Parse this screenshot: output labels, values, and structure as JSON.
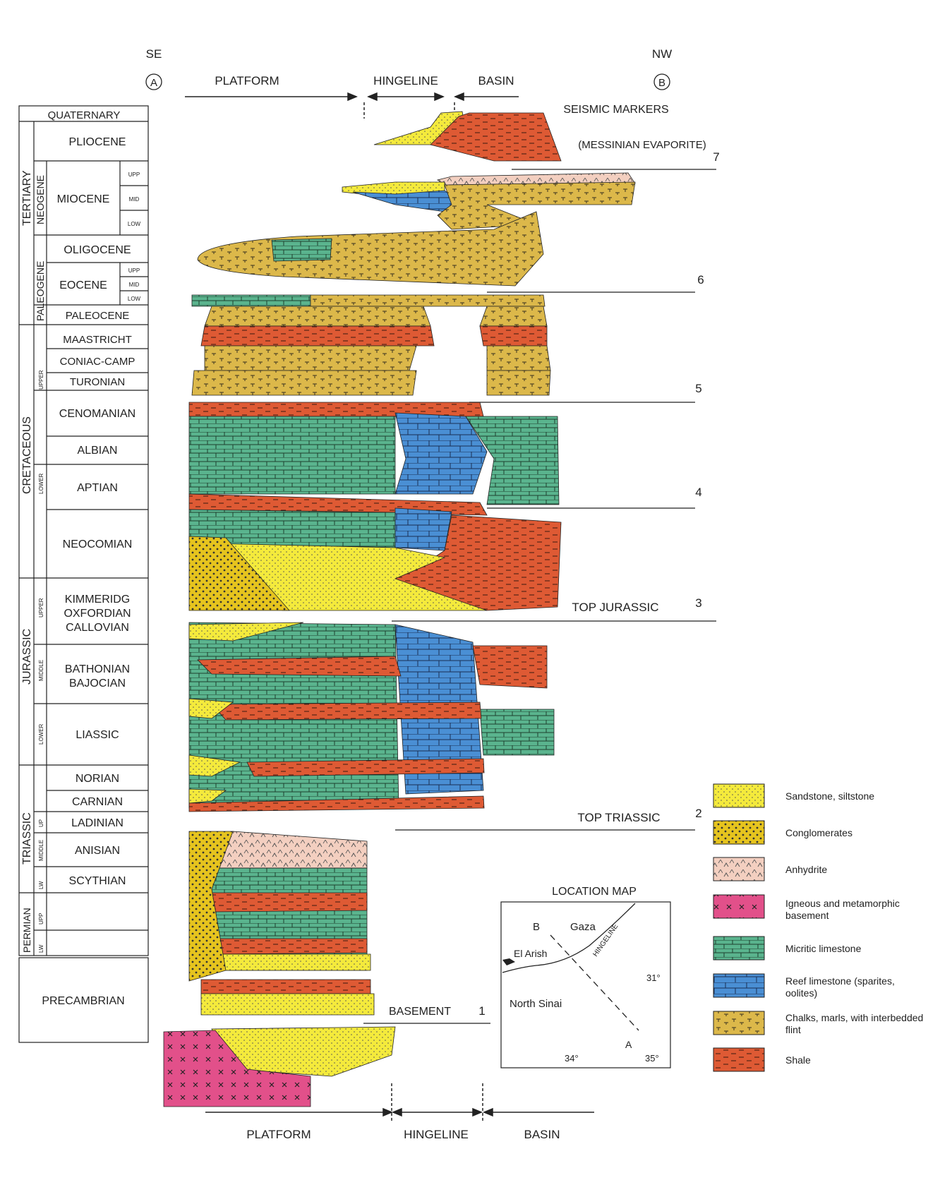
{
  "header": {
    "left_direction": "SE",
    "left_marker": "A",
    "right_direction": "NW",
    "right_marker": "B",
    "zone_platform": "PLATFORM",
    "zone_hingeline": "HINGELINE",
    "zone_basin": "BASIN",
    "seismic_title": "SEISMIC MARKERS"
  },
  "footer": {
    "zone_platform": "PLATFORM",
    "zone_hingeline": "HINGELINE",
    "zone_basin": "BASIN"
  },
  "stratigraphic_column": {
    "systems": [
      "TERTIARY",
      "CRETACEOUS",
      "JURASSIC",
      "TRIASSIC",
      "PERMIAN"
    ],
    "subsystems": [
      "NEOGENE",
      "PALEOGENE"
    ],
    "stages": [
      "QUATERNARY",
      "PLIOCENE",
      "MIOCENE",
      "OLIGOCENE",
      "EOCENE",
      "PALEOCENE",
      "MAASTRICHT",
      "CONIAC-CAMP",
      "TURONIAN",
      "CENOMANIAN",
      "ALBIAN",
      "APTIAN",
      "NEOCOMIAN",
      "KIMMERIDG",
      "OXFORDIAN",
      "CALLOVIAN",
      "BATHONIAN",
      "BAJOCIAN",
      "LIASSIC",
      "NORIAN",
      "CARNIAN",
      "LADINIAN",
      "ANISIAN",
      "SCYTHIAN",
      "PRECAMBRIAN"
    ],
    "subdivisions": [
      "UPP",
      "MID",
      "LOW",
      "UPP",
      "MID",
      "LOW",
      "UPPER",
      "LOWER",
      "UPPER",
      "MIDDLE",
      "LOWER",
      "UP",
      "MIDDLE",
      "LW",
      "UPP",
      "LW"
    ]
  },
  "seismic_markers": [
    {
      "number": "7",
      "label": "(MESSINIAN EVAPORITE)"
    },
    {
      "number": "6",
      "label": ""
    },
    {
      "number": "5",
      "label": ""
    },
    {
      "number": "4",
      "label": ""
    },
    {
      "number": "3",
      "label": "TOP JURASSIC"
    },
    {
      "number": "2",
      "label": "TOP TRIASSIC"
    },
    {
      "number": "1",
      "label": "BASEMENT"
    }
  ],
  "legend": [
    {
      "label": "Sandstone, siltstone",
      "color": "#f4ea3c",
      "pattern": "sand"
    },
    {
      "label": "Conglomerates",
      "color": "#e6c41e",
      "pattern": "conglomerate"
    },
    {
      "label": "Anhydrite",
      "color": "#f3cfc0",
      "pattern": "anhydrite"
    },
    {
      "label": "Igneous and metamorphic basement",
      "color": "#e2508a",
      "pattern": "igneous"
    },
    {
      "label": "Micritic limestone",
      "color": "#5ab48e",
      "pattern": "micrite"
    },
    {
      "label": "Reef limestone (sparites, oolites)",
      "color": "#4a8fd4",
      "pattern": "reef"
    },
    {
      "label": "Chalks, marls, with interbedded flint",
      "color": "#dcb84a",
      "pattern": "chalk"
    },
    {
      "label": "Shale",
      "color": "#de5a34",
      "pattern": "shale"
    }
  ],
  "location_map": {
    "title": "LOCATION MAP",
    "places": [
      "B",
      "Gaza",
      "El Arish",
      "HINGELINE",
      "North Sinai",
      "A"
    ],
    "coordinates": [
      "31°",
      "34°",
      "35°"
    ]
  }
}
